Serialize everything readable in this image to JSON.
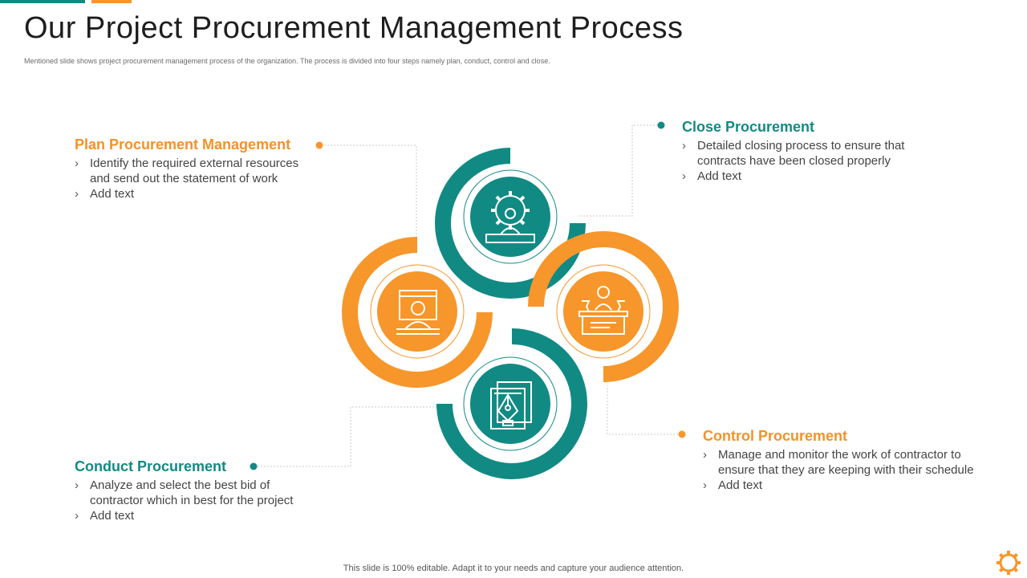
{
  "slide": {
    "title": "Our Project Procurement Management Process",
    "subtitle": "Mentioned slide shows project procurement management process of the organization. The process is divided into four steps namely plan, conduct, control and close.",
    "footer": "This slide is 100% editable. Adapt it to your  needs and capture your audience attention."
  },
  "colors": {
    "teal": "#128a84",
    "orange": "#f7962a"
  },
  "steps": {
    "plan": {
      "title": "Plan Procurement Management",
      "bullets": [
        "Identify the required external resources and send out the statement of work",
        "Add text"
      ],
      "icon": "person-at-computer-icon",
      "color": "orange"
    },
    "close": {
      "title": "Close Procurement",
      "bullets": [
        "Detailed closing process to ensure that contracts have been closed properly",
        "Add text"
      ],
      "icon": "person-with-gear-icon",
      "color": "teal"
    },
    "control": {
      "title": "Control Procurement",
      "bullets": [
        "Manage and monitor the work of contractor to ensure that they are keeping with their schedule",
        "Add text"
      ],
      "icon": "person-at-desk-icon",
      "color": "orange"
    },
    "conduct": {
      "title": "Conduct Procurement",
      "bullets": [
        "Analyze and select the best bid of contractor which in best for the project",
        "Add text"
      ],
      "icon": "pen-tool-document-icon",
      "color": "teal"
    }
  }
}
